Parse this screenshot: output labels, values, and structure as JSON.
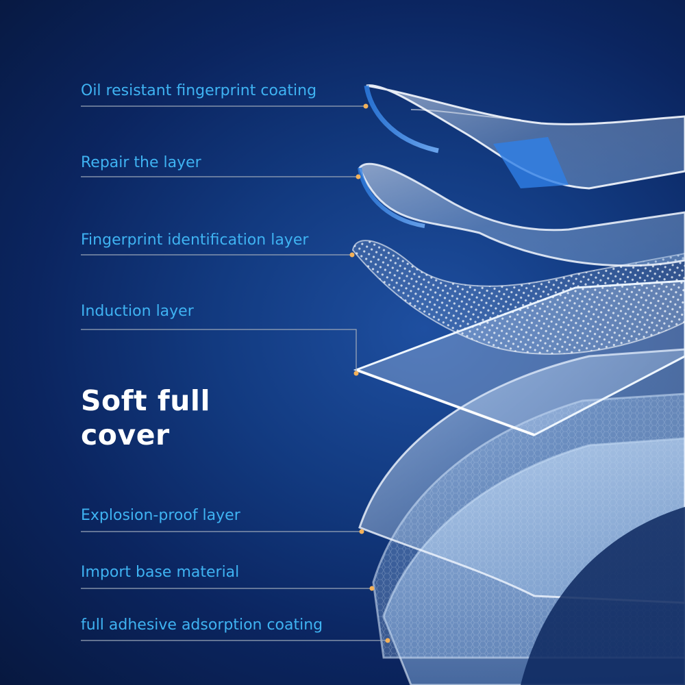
{
  "title": {
    "line1": "Soft full",
    "line2": "cover"
  },
  "layers": [
    "Oil resistant fingerprint coating",
    "Repair the layer",
    "Fingerprint identification layer",
    "Induction layer",
    "Explosion-proof layer",
    "Import base material",
    "full adhesive adsorption coating"
  ],
  "colors": {
    "label": "#3fb3f2",
    "title": "#ffffff",
    "leader_line": "#9aa6b8",
    "leader_dot": "#f3b15a",
    "background": "#0e2f6e"
  }
}
